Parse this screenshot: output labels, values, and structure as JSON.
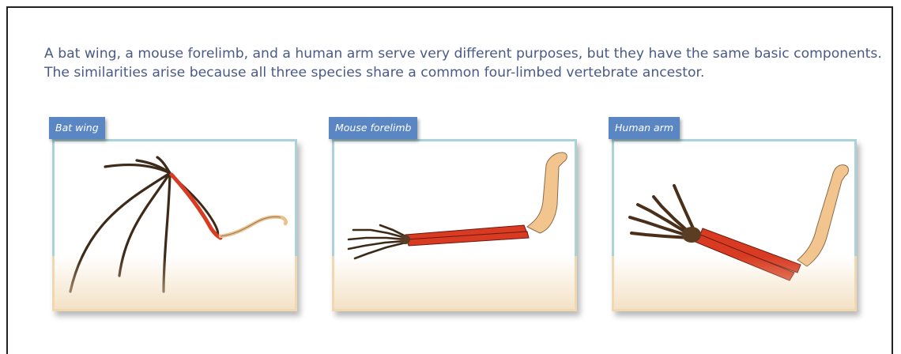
{
  "caption": "A bat wing, a mouse forelimb, and a human arm serve very different purposes, but they have the same basic components. The similarities arise because all three species share a common four-limbed vertebrate ancestor.",
  "panels": [
    {
      "label": "Bat wing"
    },
    {
      "label": "Mouse forelimb"
    },
    {
      "label": "Human arm"
    }
  ],
  "colors": {
    "label_bg": "#5b86c4",
    "caption_text": "#4a5a86",
    "frame_top": "#a9d3d7",
    "frame_bottom": "#f0d8b3",
    "upper_bone": "#f2c58f",
    "forearm_bone": "#d83a22",
    "hand_bone": "#5a3d22"
  }
}
